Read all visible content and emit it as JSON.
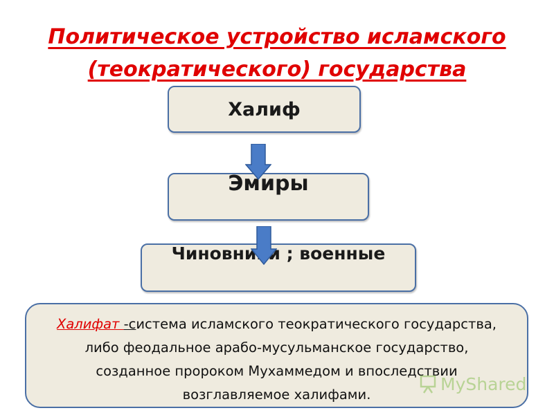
{
  "title": {
    "line1": "Политическое устройство исламского",
    "line2": "(теократического) государства"
  },
  "boxes": {
    "caliph": "Халиф",
    "emirs": "Эмиры",
    "officials": "Чиновники ; военные"
  },
  "definition": {
    "term": "Халифат ",
    "dash": "-с",
    "line1_rest": "истема исламского теократического государства,",
    "line2": "либо феодальное арабо-мусульманское государство,",
    "line3": "созданное пророком Мухаммедом и впоследствии",
    "line4": "возглавляемое халифами."
  },
  "watermark": {
    "text": "MyShared"
  },
  "colors": {
    "title": "#e00000",
    "box_fill": "#efebdf",
    "box_border": "#4a6fa5",
    "arrow": "#4a7cc7"
  }
}
